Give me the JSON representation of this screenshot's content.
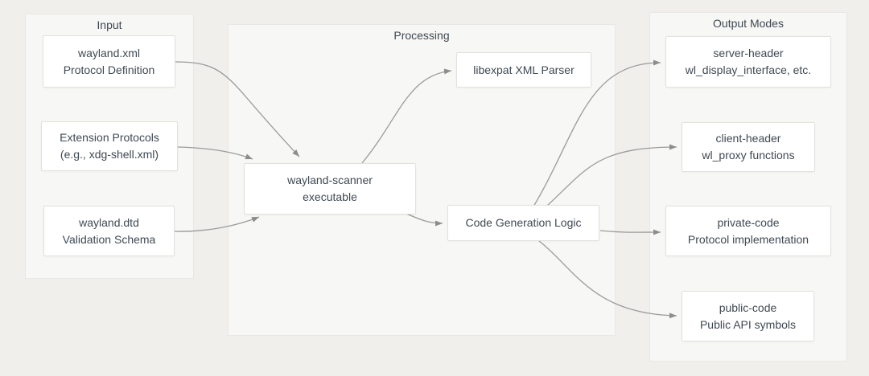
{
  "colors": {
    "page_background": "#f0efec",
    "panel_background": "#f7f7f5",
    "panel_border": "#e9e7e3",
    "node_background": "#ffffff",
    "node_border": "#e3e1dd",
    "text": "#3f4953",
    "edge": "#9b9b9b",
    "arrowhead": "#8d8d8d"
  },
  "groups": {
    "input": {
      "title": "Input"
    },
    "processing": {
      "title": "Processing"
    },
    "output": {
      "title": "Output Modes"
    }
  },
  "nodes": {
    "wayland_xml": {
      "line1": "wayland.xml",
      "line2": "Protocol Definition"
    },
    "extension_protocols": {
      "line1": "Extension Protocols",
      "line2": "(e.g., xdg-shell.xml)"
    },
    "wayland_dtd": {
      "line1": "wayland.dtd",
      "line2": "Validation Schema"
    },
    "libexpat_parser": {
      "line1": "libexpat XML Parser"
    },
    "wayland_scanner": {
      "line1": "wayland-scanner",
      "line2": "executable"
    },
    "code_generation": {
      "line1": "Code Generation Logic"
    },
    "server_header": {
      "line1": "server-header",
      "line2": "wl_display_interface, etc."
    },
    "client_header": {
      "line1": "client-header",
      "line2": "wl_proxy functions"
    },
    "private_code": {
      "line1": "private-code",
      "line2": "Protocol implementation"
    },
    "public_code": {
      "line1": "public-code",
      "line2": "Public API symbols"
    }
  },
  "edges": [
    {
      "from": "wayland_xml",
      "to": "wayland_scanner"
    },
    {
      "from": "extension_protocols",
      "to": "wayland_scanner"
    },
    {
      "from": "wayland_dtd",
      "to": "wayland_scanner"
    },
    {
      "from": "wayland_scanner",
      "to": "libexpat_parser"
    },
    {
      "from": "wayland_scanner",
      "to": "code_generation"
    },
    {
      "from": "code_generation",
      "to": "server_header"
    },
    {
      "from": "code_generation",
      "to": "client_header"
    },
    {
      "from": "code_generation",
      "to": "private_code"
    },
    {
      "from": "code_generation",
      "to": "public_code"
    }
  ]
}
